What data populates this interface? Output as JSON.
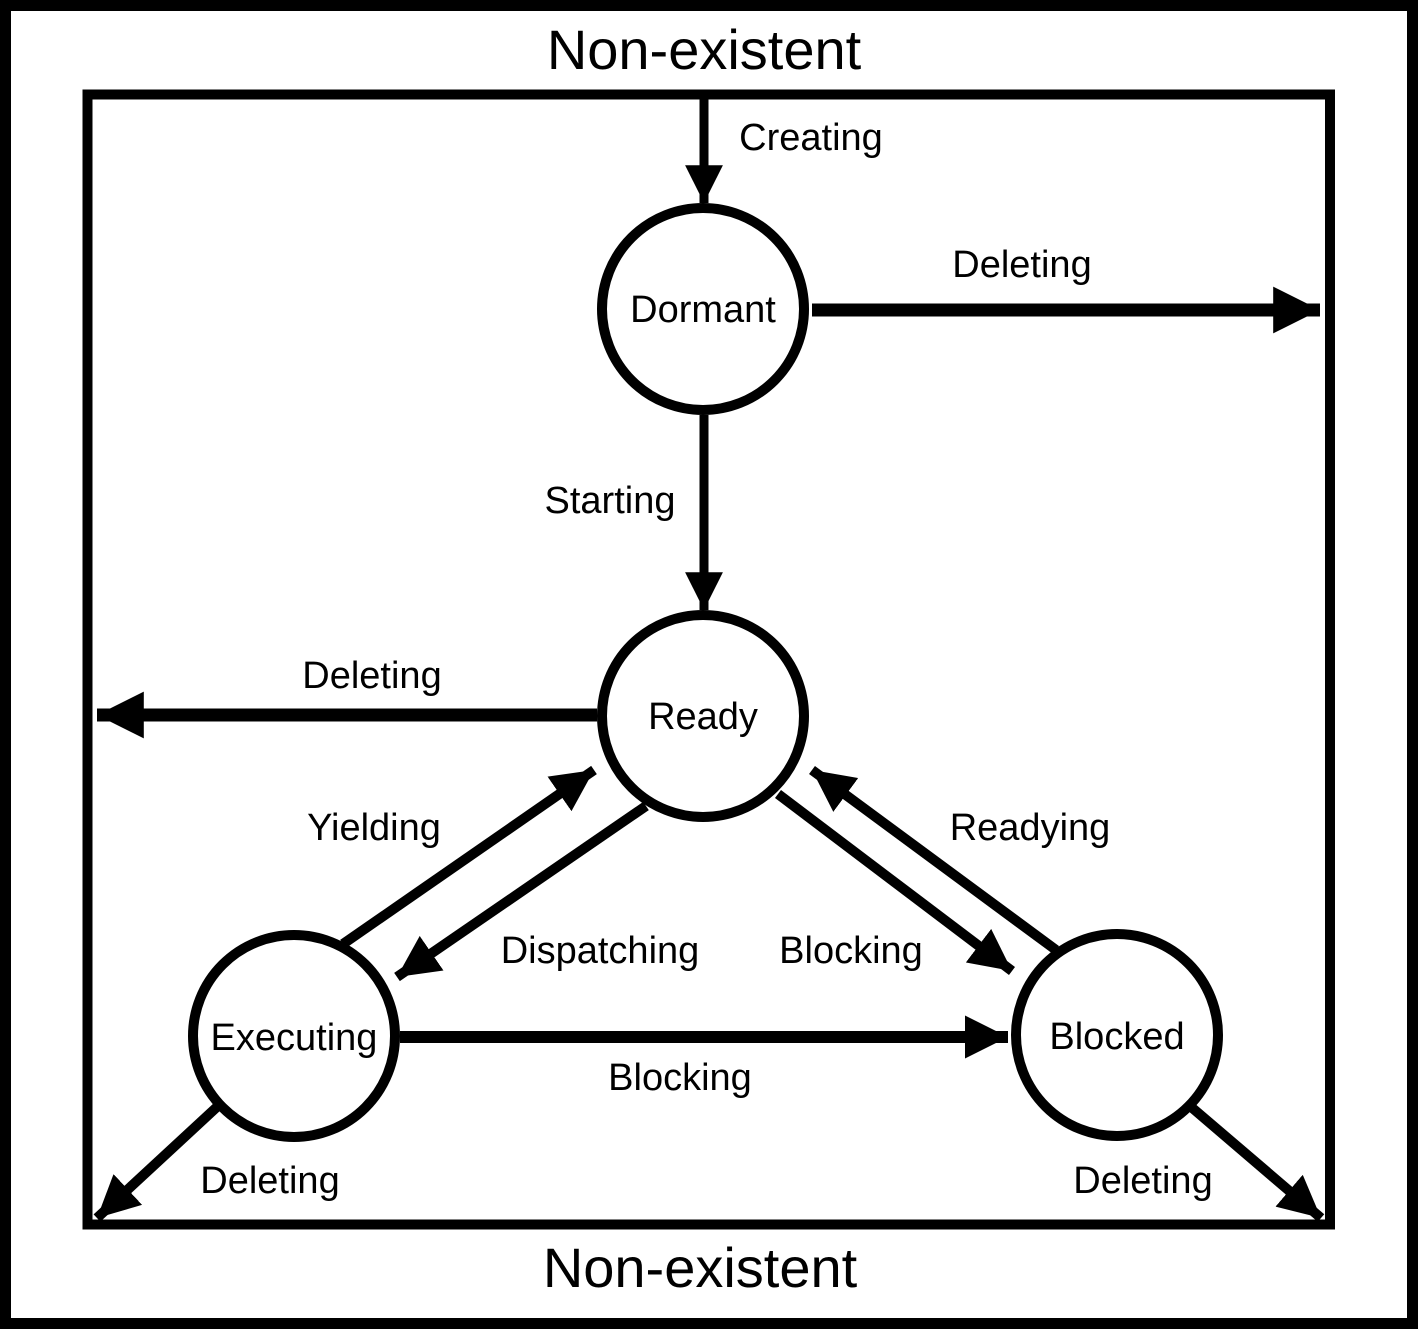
{
  "diagram": {
    "kind": "state-transition-diagram",
    "outer_region_label_top": "Non-existent",
    "outer_region_label_bottom": "Non-existent",
    "states": {
      "dormant": "Dormant",
      "ready": "Ready",
      "executing": "Executing",
      "blocked": "Blocked"
    },
    "transitions": {
      "creating": "Creating",
      "deleting_from_dormant": "Deleting",
      "starting": "Starting",
      "deleting_from_ready": "Deleting",
      "yielding": "Yielding",
      "dispatching": "Dispatching",
      "blocking_ready_to_blocked": "Blocking",
      "readying": "Readying",
      "blocking_executing_to_blocked": "Blocking",
      "deleting_from_executing": "Deleting",
      "deleting_from_blocked": "Deleting"
    },
    "colors": {
      "stroke": "#000000",
      "background": "#ffffff"
    }
  }
}
